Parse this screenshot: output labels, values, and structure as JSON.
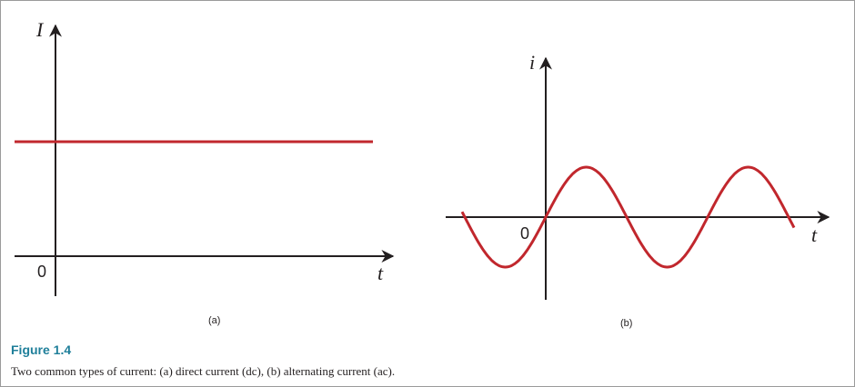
{
  "panel_a": {
    "y_label": "I",
    "x_label": "t",
    "origin": "0",
    "sub_label": "(a)"
  },
  "panel_b": {
    "y_label": "i",
    "x_label": "t",
    "origin": "0",
    "sub_label": "(b)"
  },
  "figure": {
    "title": "Figure 1.4",
    "caption": "Two common types of current: (a) direct current (dc), (b) alternating current (ac)."
  },
  "colors": {
    "curve": "#c1272d",
    "axis": "#231f20",
    "title": "#1f7f9a"
  }
}
